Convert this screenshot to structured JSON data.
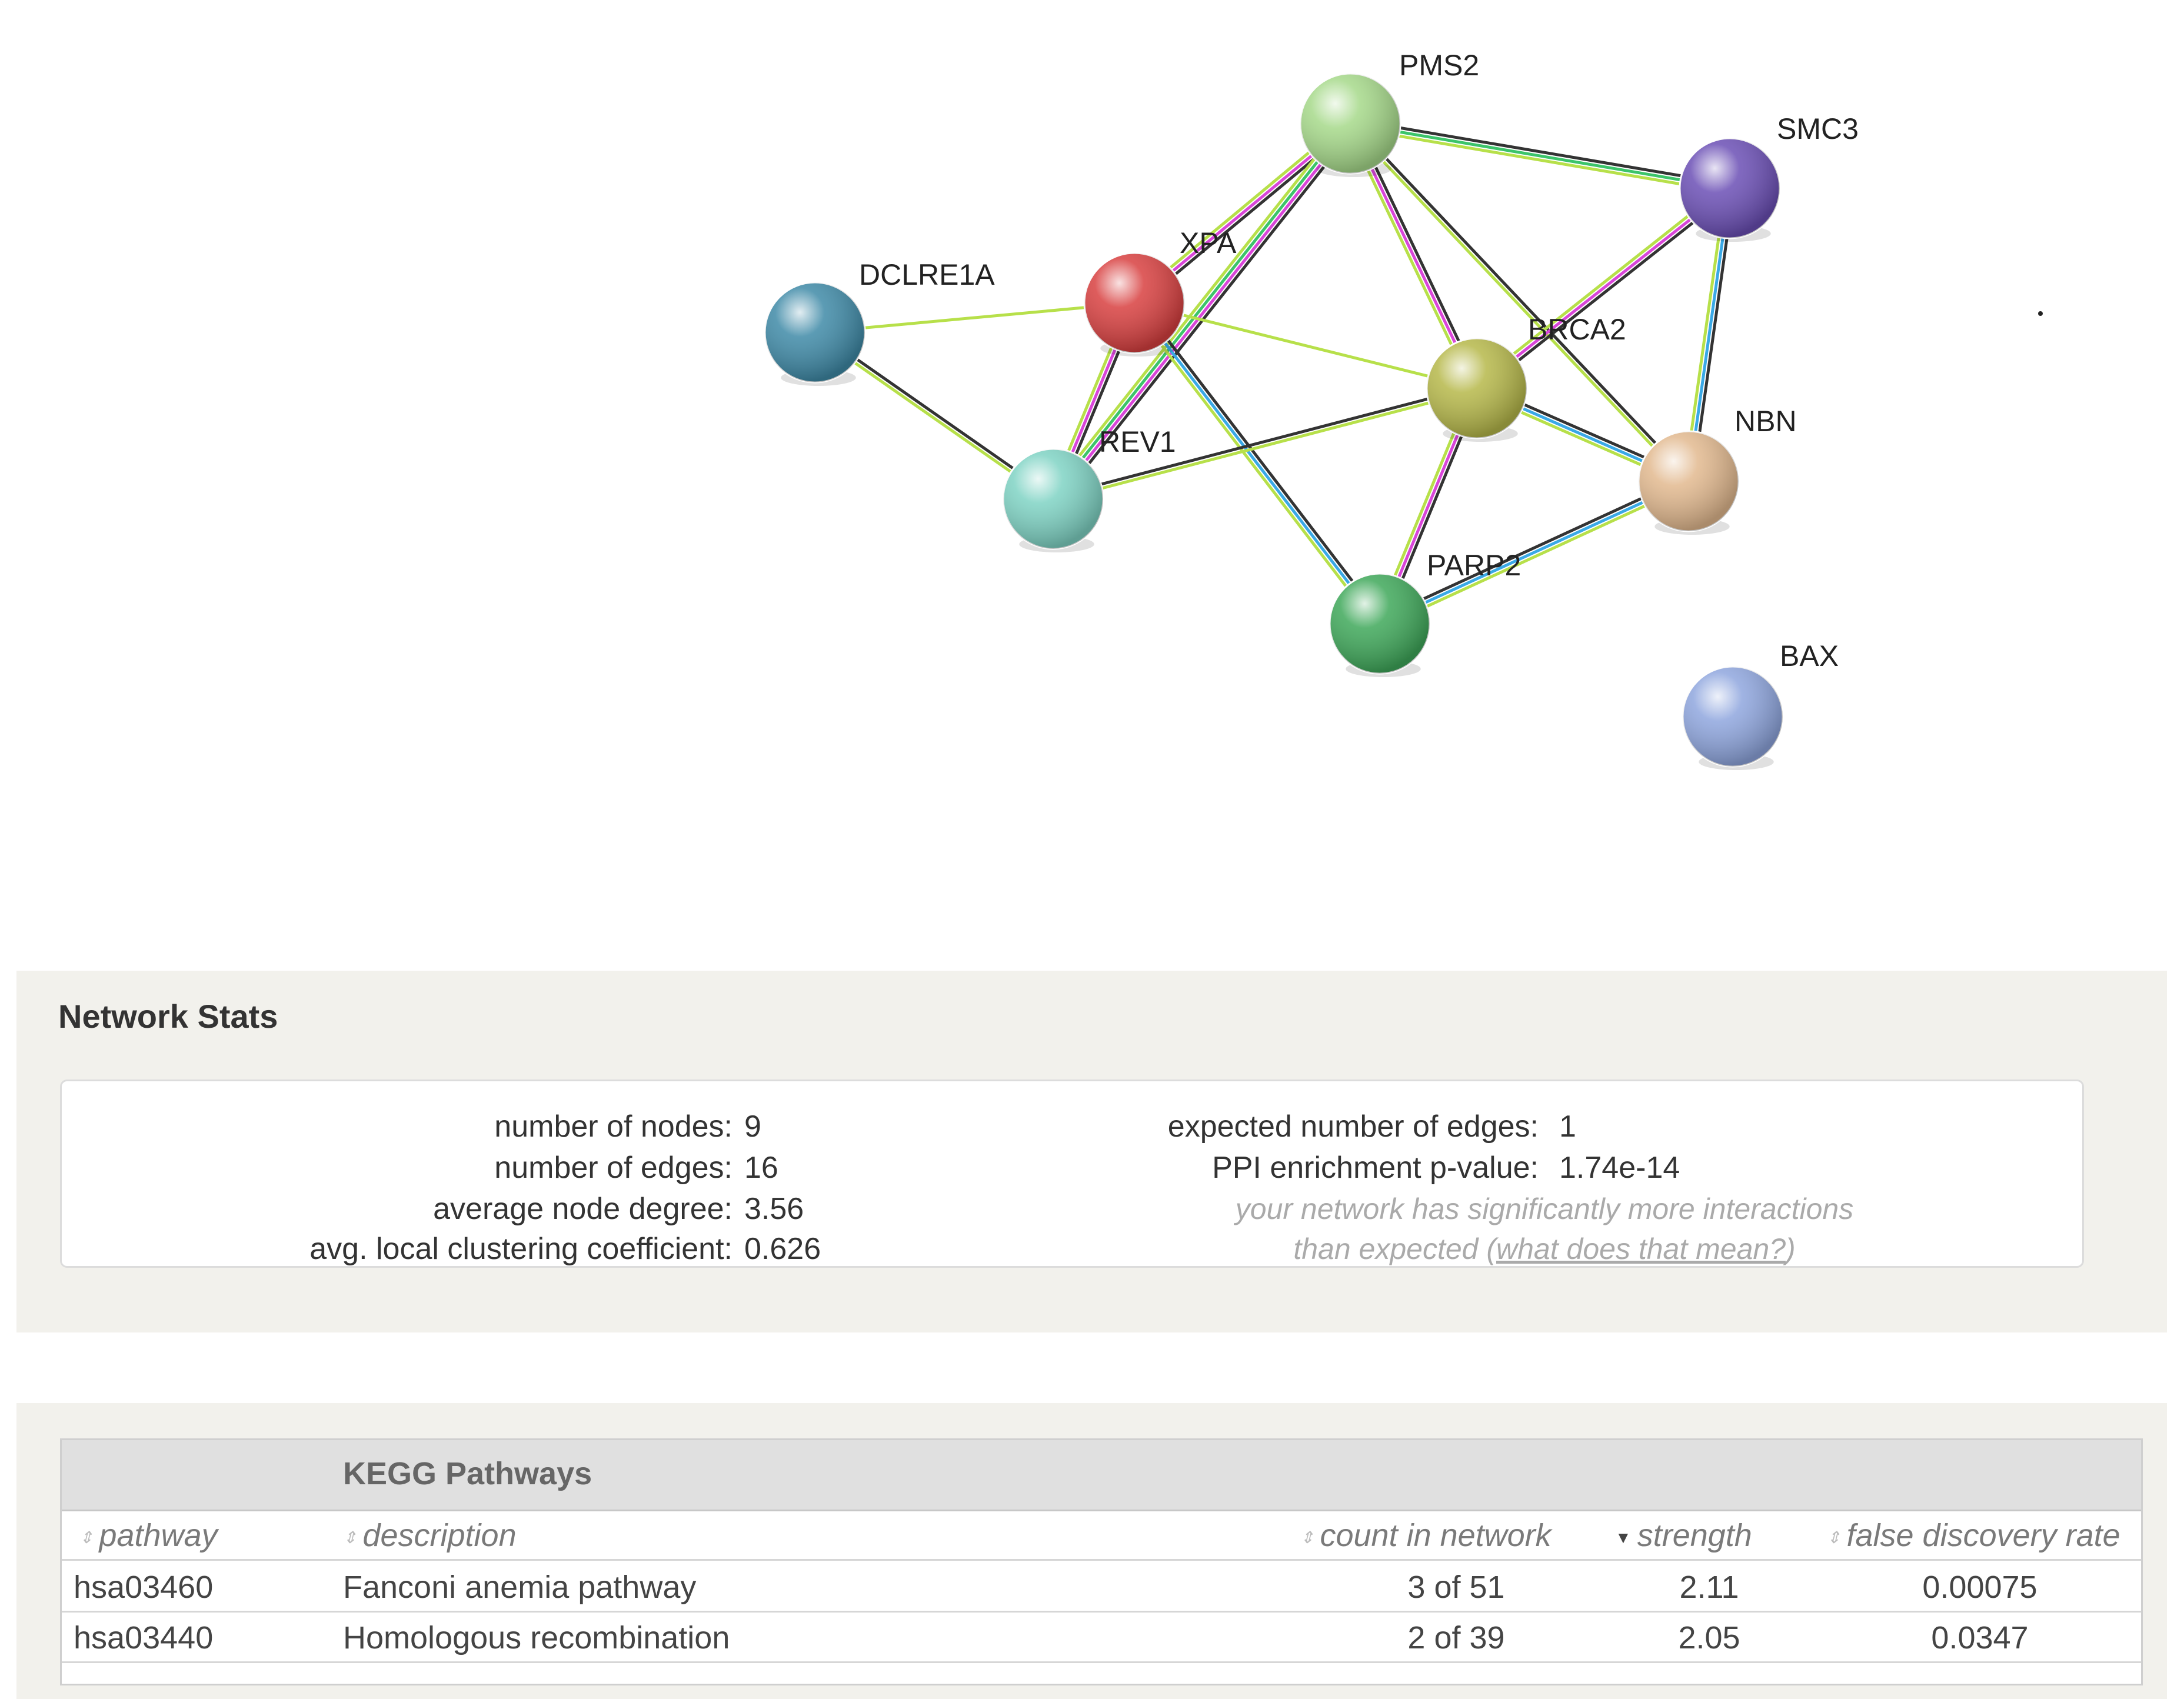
{
  "network": {
    "nodes": [
      {
        "id": "PMS2",
        "label": "PMS2",
        "color": "#a6d98a"
      },
      {
        "id": "SMC3",
        "label": "SMC3",
        "color": "#6b4fb5"
      },
      {
        "id": "DCLRE1A",
        "label": "DCLRE1A",
        "color": "#3f8aa7"
      },
      {
        "id": "XPA",
        "label": "XPA",
        "color": "#d84040"
      },
      {
        "id": "BRCA2",
        "label": "BRCA2",
        "color": "#b6b84a"
      },
      {
        "id": "REV1",
        "label": "REV1",
        "color": "#7fd3c4"
      },
      {
        "id": "NBN",
        "label": "NBN",
        "color": "#e2b98f"
      },
      {
        "id": "PARP2",
        "label": "PARP2",
        "color": "#3fa85a"
      },
      {
        "id": "BAX",
        "label": "BAX",
        "color": "#8fa6de"
      }
    ],
    "edges": [
      {
        "source": "DCLRE1A",
        "target": "XPA",
        "colors": [
          "#b7e04a"
        ]
      },
      {
        "source": "DCLRE1A",
        "target": "REV1",
        "colors": [
          "#333333",
          "#b7e04a"
        ]
      },
      {
        "source": "PMS2",
        "target": "SMC3",
        "colors": [
          "#333333",
          "#3cc46a",
          "#b7e04a"
        ]
      },
      {
        "source": "PMS2",
        "target": "XPA",
        "colors": [
          "#333333",
          "#d946d9",
          "#b7e04a"
        ]
      },
      {
        "source": "PMS2",
        "target": "REV1",
        "colors": [
          "#333333",
          "#d946d9",
          "#3cc46a",
          "#b7e04a"
        ]
      },
      {
        "source": "PMS2",
        "target": "BRCA2",
        "colors": [
          "#333333",
          "#d946d9",
          "#b7e04a"
        ]
      },
      {
        "source": "PMS2",
        "target": "NBN",
        "colors": [
          "#333333",
          "#b7e04a"
        ]
      },
      {
        "source": "SMC3",
        "target": "BRCA2",
        "colors": [
          "#333333",
          "#d946d9",
          "#b7e04a"
        ]
      },
      {
        "source": "SMC3",
        "target": "NBN",
        "colors": [
          "#333333",
          "#3aa9e6",
          "#b7e04a"
        ]
      },
      {
        "source": "XPA",
        "target": "REV1",
        "colors": [
          "#333333",
          "#d946d9",
          "#b7e04a"
        ]
      },
      {
        "source": "XPA",
        "target": "BRCA2",
        "colors": [
          "#b7e04a"
        ]
      },
      {
        "source": "XPA",
        "target": "PARP2",
        "colors": [
          "#333333",
          "#3aa9e6",
          "#b7e04a"
        ]
      },
      {
        "source": "REV1",
        "target": "BRCA2",
        "colors": [
          "#333333",
          "#b7e04a"
        ]
      },
      {
        "source": "BRCA2",
        "target": "NBN",
        "colors": [
          "#333333",
          "#3aa9e6",
          "#b7e04a"
        ]
      },
      {
        "source": "BRCA2",
        "target": "PARP2",
        "colors": [
          "#333333",
          "#d946d9",
          "#b7e04a"
        ]
      },
      {
        "source": "PARP2",
        "target": "NBN",
        "colors": [
          "#333333",
          "#3aa9e6",
          "#b7e04a"
        ]
      }
    ]
  },
  "stats": {
    "title": "Network Stats",
    "nodes_label": "number of nodes:",
    "nodes_value": "9",
    "edges_label": "number of edges:",
    "edges_value": "16",
    "degree_label": "average node degree:",
    "degree_value": "3.56",
    "clustering_label": "avg. local clustering coefficient:",
    "clustering_value": "0.626",
    "expected_label": "expected number of edges:",
    "expected_value": "1",
    "ppi_label": "PPI enrichment p-value:",
    "ppi_value": "1.74e-14",
    "note_line1": "your network has significantly more interactions",
    "note_line2_prefix": "than expected (",
    "note_link": "what does that mean?",
    "note_line2_suffix": ")"
  },
  "kegg": {
    "caption": "KEGG Pathways",
    "headers": {
      "pathway": "pathway",
      "description": "description",
      "count": "count in network",
      "strength": "strength",
      "fdr": "false discovery rate"
    },
    "rows": [
      {
        "pathway": "hsa03460",
        "description": "Fanconi anemia pathway",
        "count": "3 of 51",
        "strength": "2.11",
        "fdr": "0.00075"
      },
      {
        "pathway": "hsa03440",
        "description": "Homologous recombination",
        "count": "2 of 39",
        "strength": "2.05",
        "fdr": "0.0347"
      }
    ]
  }
}
